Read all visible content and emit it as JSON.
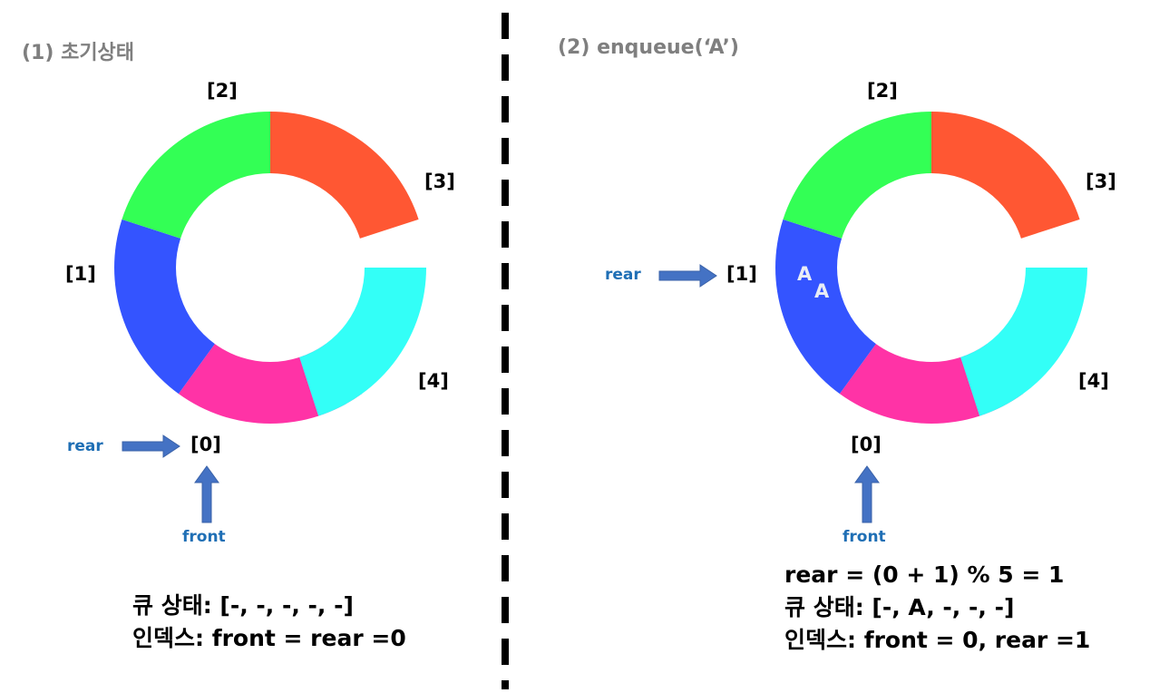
{
  "panels": [
    {
      "title": "(1) 초기상태",
      "cells": [
        {
          "index": "[0]",
          "color": "#ff33a6",
          "value": ""
        },
        {
          "index": "[1]",
          "color": "#3454ff",
          "value": ""
        },
        {
          "index": "[2]",
          "color": "#33ff55",
          "value": ""
        },
        {
          "index": "[3]",
          "color": "#ff5733",
          "value": ""
        },
        {
          "index": "[4]",
          "color": "#33fff7",
          "value": ""
        }
      ],
      "rear_label": "rear",
      "front_label": "front",
      "state_lines": [
        "큐 상태: [-, -, -, -, -]",
        "인덱스: front = rear =0"
      ]
    },
    {
      "title": "(2) enqueue(‘A’)",
      "cells": [
        {
          "index": "[0]",
          "color": "#ff33a6",
          "value": ""
        },
        {
          "index": "[1]",
          "color": "#3454ff",
          "value": "A"
        },
        {
          "index": "[2]",
          "color": "#33ff55",
          "value": ""
        },
        {
          "index": "[3]",
          "color": "#ff5733",
          "value": ""
        },
        {
          "index": "[4]",
          "color": "#33fff7",
          "value": ""
        }
      ],
      "cell_value_extra": "A",
      "rear_label": "rear",
      "front_label": "front",
      "state_lines": [
        "rear = (0 + 1) % 5 = 1",
        "큐 상태: [-, A, -, -, -]",
        "인덱스: front = 0, rear =1"
      ]
    }
  ],
  "arrow_color": "#4472c4"
}
